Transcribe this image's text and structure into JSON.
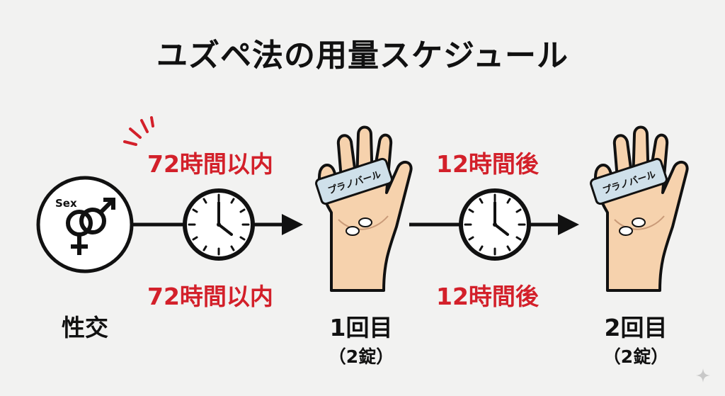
{
  "title": "ユズペ法の用量スケジュール",
  "labels": {
    "interval1_top": "72時間以内",
    "interval1_bottom": "72時間以内",
    "interval2_top": "12時間後",
    "interval2_bottom": "12時間後"
  },
  "steps": {
    "sex": {
      "icon_text": "Sex",
      "label": "性交"
    },
    "dose1": {
      "label": "1回目",
      "sub": "（2錠）",
      "card": "プラノバール"
    },
    "dose2": {
      "label": "2回目",
      "sub": "（2錠）",
      "card": "プラノバール"
    }
  },
  "colors": {
    "accent_red": "#d3202a",
    "skin": "#f6d2ad",
    "card": "#cfe0ea"
  }
}
